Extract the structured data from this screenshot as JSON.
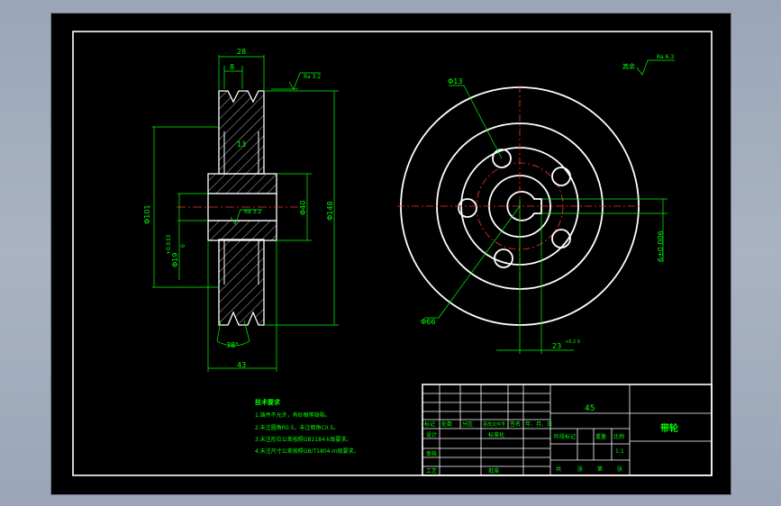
{
  "drawing": {
    "front_view": {
      "dim_width": "28",
      "dim_groove": "8",
      "dim_13": "13",
      "dim_od": "Φ101",
      "dim_bore": "Φ19",
      "dim_bore_tol_upper": "+0.033",
      "dim_bore_tol_lower": "0",
      "dim_hub": "Φ40",
      "dim_outer": "Φ148",
      "dim_angle": "38°",
      "dim_total": "43",
      "roughness_a": "Ra 3.2",
      "roughness_b": "Ra 3.2"
    },
    "side_view": {
      "dim_holes": "Φ13",
      "dim_circle": "Φ66",
      "dim_key_depth": "6±0.006",
      "dim_key": "23",
      "dim_key_tol": "+0.2\n0",
      "roughness_rest_label": "其余",
      "roughness_rest": "Ra 6.3"
    },
    "notes": {
      "title": "技术要求",
      "items": [
        "1.铸件不允许，有砂眼等缺陷。",
        "2.未注圆角R0.5，未注倒角C0.5。",
        "3.未注形位公差按照GB1184-k级要求。",
        "4.未注尺寸公差按照GB/T1804-m级要求。"
      ]
    },
    "title_block": {
      "material": "45",
      "part_name": "带轮",
      "headers": [
        "标记",
        "处数",
        "分区",
        "更改文件号",
        "签名",
        "年、月、日"
      ],
      "design": "设计",
      "standard": "标准化",
      "stage": "阶段标记",
      "weight": "重量",
      "scale_label": "比例",
      "scale": "1:1",
      "review": "审核",
      "process": "工艺",
      "approve": "批准",
      "sheets": [
        "共",
        "张",
        "第",
        "张"
      ]
    }
  }
}
